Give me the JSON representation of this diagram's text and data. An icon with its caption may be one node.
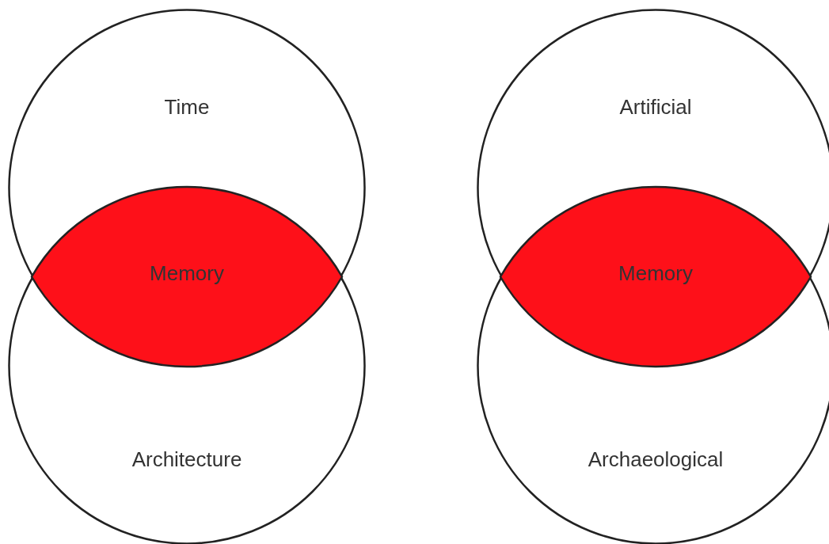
{
  "diagram": {
    "nodes": [
      {
        "text": [
          "Time"
        ]
      },
      {
        "text": [
          "Memory"
        ]
      },
      {
        "text": [
          "Architecture"
        ]
      },
      {
        "text": [
          "Artificial"
        ]
      },
      {
        "text": [
          "Memory"
        ]
      },
      {
        "text": [
          "Archaeological"
        ]
      }
    ]
  }
}
